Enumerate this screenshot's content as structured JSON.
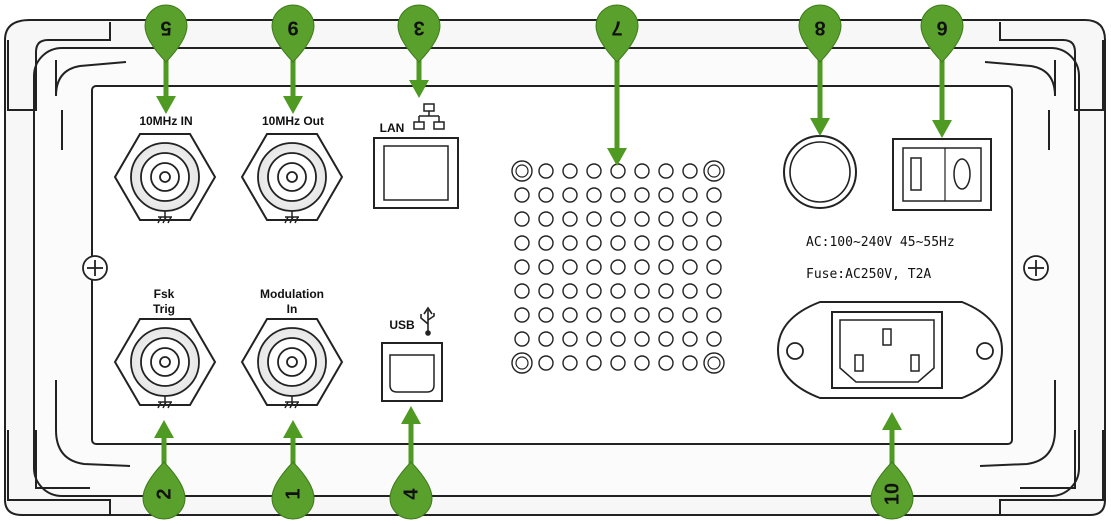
{
  "panel": {
    "labels": {
      "ref_in": "10MHz IN",
      "ref_out": "10MHz Out",
      "lan": "LAN",
      "fsk_line1": "Fsk",
      "fsk_line2": "Trig",
      "mod_line1": "Modulation",
      "mod_line2": "In",
      "usb": "USB",
      "ac": "AC:100~240V  45~55Hz",
      "fuse": "Fuse:AC250V, T2A"
    }
  },
  "callouts": {
    "c1": "1",
    "c2": "2",
    "c3": "3",
    "c4": "4",
    "c5": "5",
    "c6": "6",
    "c7": "7",
    "c8": "8",
    "c9": "9",
    "c10": "10"
  },
  "colors": {
    "callout_green": "#5aa02c",
    "arrow_green": "#4f9a22",
    "outline": "#222222"
  }
}
